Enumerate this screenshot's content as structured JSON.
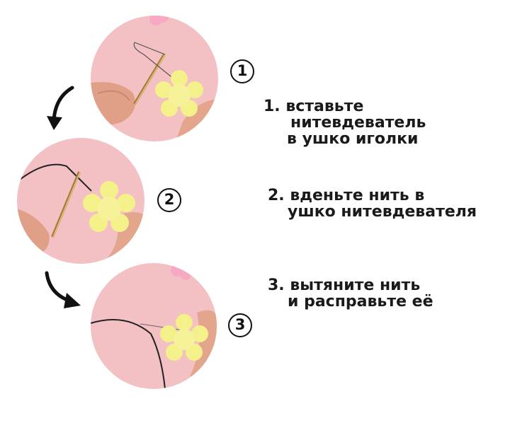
{
  "steps": [
    {
      "number": "1",
      "lines": [
        "1. вставьте",
        "нитевдеватель",
        "в ушко иголки"
      ]
    },
    {
      "number": "2",
      "lines": [
        "2. вденьте нить в",
        "ушко нитевдевателя"
      ]
    },
    {
      "number": "3",
      "lines": [
        "3. вытяните нить",
        "и расправьте её"
      ]
    }
  ],
  "colors": {
    "background": "#ffffff",
    "photo_background": "#f3c0c3",
    "flower": "#f4f08a",
    "skin": "#e6a98f",
    "text": "#1a1a1a"
  },
  "icons": [
    "curved-arrow-icon",
    "step-number-badge-icon"
  ]
}
